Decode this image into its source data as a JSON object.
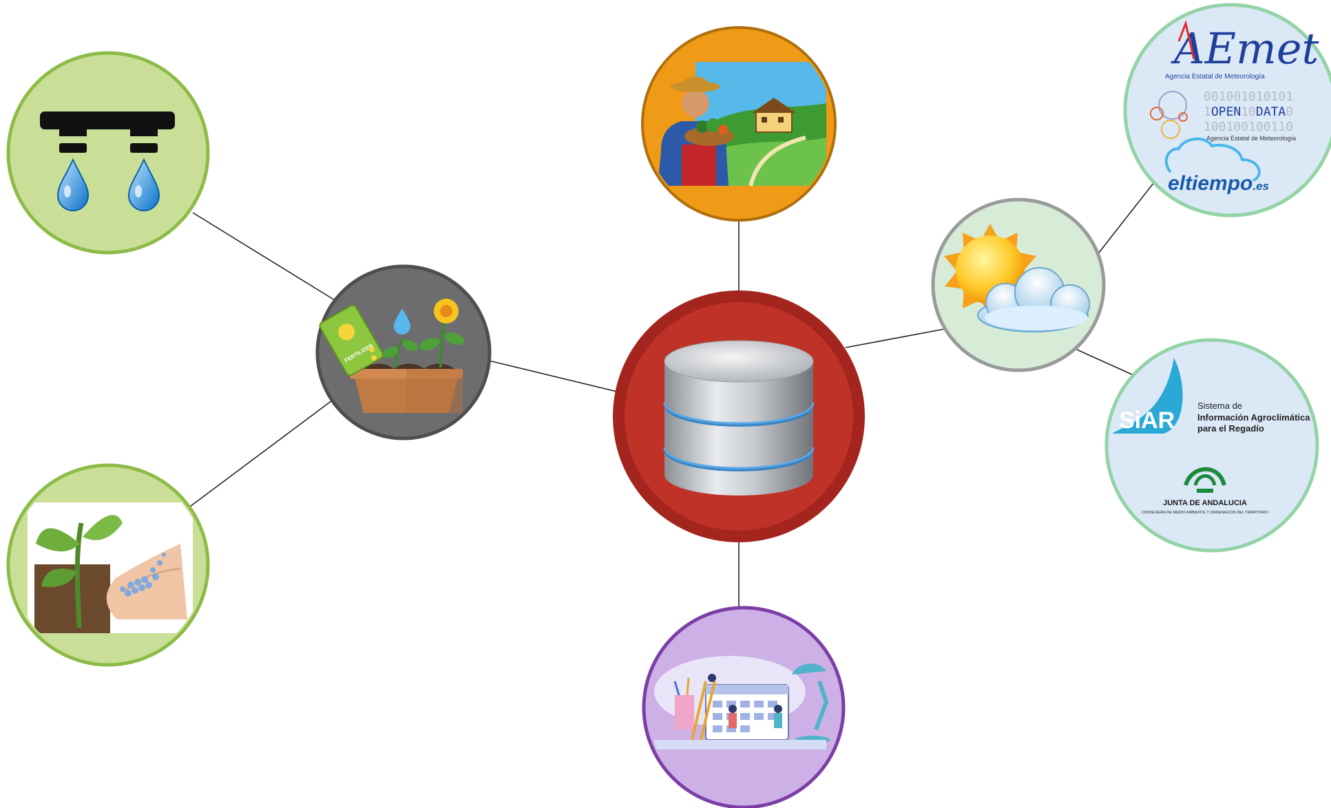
{
  "colors": {
    "irrigation_bg": "#c9df97",
    "irrigation_border": "#8dbb47",
    "fertilizer_hub_bg": "#6d6d6f",
    "fertilizer_hub_border": "#4e4e50",
    "farmer_bg": "#ef9b17",
    "farmer_border": "#b06e0c",
    "database_outer": "#a4251e",
    "database_inner": "#bf3228",
    "calendar_bg": "#cdb0e6",
    "calendar_border": "#7c3ea5",
    "weather_bg": "#d6ecd7",
    "weather_border": "#9a9a9a",
    "sources_bg": "#dbe9f7",
    "sources_border": "#93d3a6",
    "connector": "#222222"
  },
  "nodes": {
    "irrigation": {
      "icon": "drip-irrigation-icon"
    },
    "fertilizer_hub": {
      "icon": "fertilizer-plants-icon",
      "packet_label": "FERTILIZER"
    },
    "fertilizer_hand": {
      "icon": "fertilizer-hand-icon"
    },
    "farmer": {
      "icon": "farmer-icon"
    },
    "database": {
      "icon": "database-icon"
    },
    "calendar": {
      "icon": "calendar-planning-icon"
    },
    "weather": {
      "icon": "sun-cloud-icon"
    },
    "weather_sources_1": {
      "aemet_logo": "AEmet",
      "aemet_subtitle": "Agencia Estatal de Meteorología",
      "opendata_line1": "001001010101",
      "opendata_line2_prefix": "1",
      "opendata_open": "OPEN",
      "opendata_mid": "10",
      "opendata_data": "DATA",
      "opendata_suffix": "0",
      "opendata_line3": "100100100110",
      "opendata_subtitle": "Agencia Estatal de Meteorología",
      "eltiempo_logo": "eltiempo",
      "eltiempo_suffix": ".es"
    },
    "weather_sources_2": {
      "siar_logo": "SiAR",
      "siar_line1": "Sistema de",
      "siar_line2": "Información Agroclimática",
      "siar_line3": "para el Regadío",
      "junta_name": "JUNTA DE ANDALUCIA",
      "junta_dept": "CONSEJERÍA DE MEDIO AMBIENTE Y ORDENACIÓN DEL TERRITORIO"
    }
  }
}
